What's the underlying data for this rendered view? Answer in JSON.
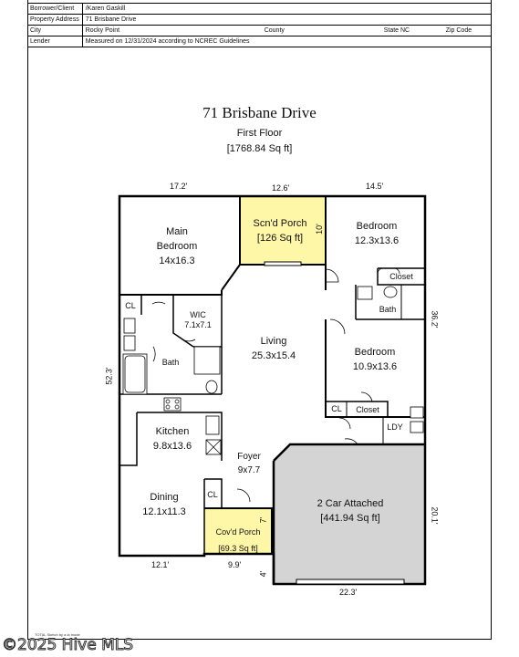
{
  "header": {
    "rows": [
      {
        "label": "Borrower/Client",
        "value": "/Karen Gaskill",
        "county": "",
        "state": "",
        "zip": ""
      },
      {
        "label": "Property Address",
        "value": "71 Brisbane Drive",
        "county": "",
        "state": "",
        "zip": ""
      },
      {
        "label": "City",
        "value": "Rocky Point",
        "county": "County",
        "state": "State NC",
        "zip": "Zip Code"
      },
      {
        "label": "Lender",
        "value": "Measured on 12/31/2024 according to NCREC Guidelines",
        "county": "",
        "state": "",
        "zip": ""
      }
    ]
  },
  "plan": {
    "title": "71 Brisbane Drive",
    "floor": "First Floor",
    "area": "[1768.84 Sq ft]"
  },
  "rooms": {
    "main_bedroom": {
      "name": "Main",
      "name2": "Bedroom",
      "size": "14x16.3"
    },
    "scnd_porch": {
      "name": "Scn'd Porch",
      "size": "[126 Sq ft]"
    },
    "bedroom1": {
      "name": "Bedroom",
      "size": "12.3x13.6"
    },
    "closet1": {
      "name": "Closet"
    },
    "bath1": {
      "name": "Bath"
    },
    "cl1": {
      "name": "CL"
    },
    "wic": {
      "name": "WIC",
      "size": "7.1x7.1"
    },
    "bath2": {
      "name": "Bath"
    },
    "living": {
      "name": "Living",
      "size": "25.3x15.4"
    },
    "bedroom2": {
      "name": "Bedroom",
      "size": "10.9x13.6"
    },
    "cl2": {
      "name": "CL"
    },
    "closet2": {
      "name": "Closet"
    },
    "ldy": {
      "name": "LDY"
    },
    "kitchen": {
      "name": "Kitchen",
      "size": "9.8x13.6"
    },
    "foyer": {
      "name": "Foyer",
      "size": "9x7.7"
    },
    "dining": {
      "name": "Dining",
      "size": "12.1x11.3"
    },
    "cl3": {
      "name": "CL"
    },
    "covd_porch": {
      "name": "Cov'd Porch",
      "size": "[69.3 Sq ft]"
    },
    "garage": {
      "name": "2 Car Attached",
      "size": "[441.94 Sq ft]"
    }
  },
  "dimensions": {
    "top_left": "17.2'",
    "top_mid": "12.6'",
    "top_right": "14.5'",
    "porch_right": "10'",
    "right_upper": "36.2'",
    "left": "52.3'",
    "right_lower": "20.1'",
    "covd_porch_side": "7'",
    "bottom_left": "12.1'",
    "bottom_mid": "9.9'",
    "bottom_small": "4'",
    "bottom_right": "22.3'"
  },
  "footer": {
    "watermark": "©2025 Hive MLS",
    "note": "TOTAL Sketch by a la mode"
  },
  "colors": {
    "porch_fill": "#fff7a8",
    "garage_fill": "#d4d4d4",
    "wall": "#000000"
  }
}
